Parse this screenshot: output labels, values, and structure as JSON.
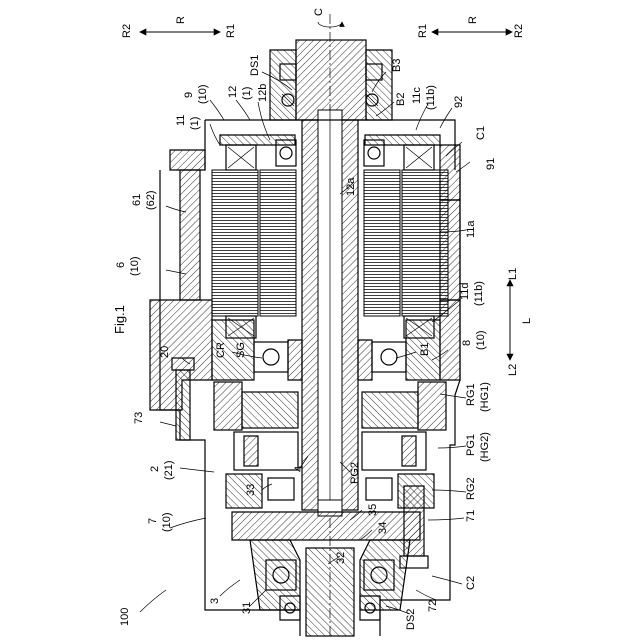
{
  "figure": {
    "title": "Fig.1",
    "assembly_ref": "100"
  },
  "directions": {
    "top_left": {
      "left": "R2",
      "center": "R",
      "right": "R1"
    },
    "top_right": {
      "left": "R1",
      "center": "R",
      "right": "R2"
    },
    "axis_label": "C",
    "axial": {
      "lower": "L2",
      "center": "L",
      "upper": "L1"
    }
  },
  "labels": [
    {
      "id": "DS1",
      "text": "DS1"
    },
    {
      "id": "B3",
      "text": "B3"
    },
    {
      "id": "B2",
      "text": "B2"
    },
    {
      "id": "11c",
      "text": "11c"
    },
    {
      "id": "11b-top",
      "text": "(11b)"
    },
    {
      "id": "92",
      "text": "92"
    },
    {
      "id": "C1",
      "text": "C1"
    },
    {
      "id": "91",
      "text": "91"
    },
    {
      "id": "9",
      "text": "9"
    },
    {
      "id": "10-a",
      "text": "(10)"
    },
    {
      "id": "12",
      "text": "12"
    },
    {
      "id": "1-a",
      "text": "(1)"
    },
    {
      "id": "12b",
      "text": "12b"
    },
    {
      "id": "11",
      "text": "11"
    },
    {
      "id": "1-b",
      "text": "(1)"
    },
    {
      "id": "12a",
      "text": "12a"
    },
    {
      "id": "11a",
      "text": "11a"
    },
    {
      "id": "61",
      "text": "61"
    },
    {
      "id": "62",
      "text": "(62)"
    },
    {
      "id": "6",
      "text": "6"
    },
    {
      "id": "10-b",
      "text": "(10)"
    },
    {
      "id": "11d",
      "text": "11d"
    },
    {
      "id": "11b-mid",
      "text": "(11b)"
    },
    {
      "id": "CR",
      "text": "CR"
    },
    {
      "id": "SG",
      "text": "SG"
    },
    {
      "id": "20",
      "text": "20"
    },
    {
      "id": "B1",
      "text": "B1"
    },
    {
      "id": "8",
      "text": "8"
    },
    {
      "id": "10-c",
      "text": "(10)"
    },
    {
      "id": "RG1",
      "text": "RG1"
    },
    {
      "id": "HG1",
      "text": "(HG1)"
    },
    {
      "id": "73",
      "text": "73"
    },
    {
      "id": "PG1",
      "text": "PG1"
    },
    {
      "id": "HG2",
      "text": "(HG2)"
    },
    {
      "id": "4",
      "text": "4"
    },
    {
      "id": "PG2",
      "text": "PG2"
    },
    {
      "id": "2",
      "text": "2"
    },
    {
      "id": "21",
      "text": "(21)"
    },
    {
      "id": "33",
      "text": "33"
    },
    {
      "id": "RG2",
      "text": "RG2"
    },
    {
      "id": "7",
      "text": "7"
    },
    {
      "id": "10-d",
      "text": "(10)"
    },
    {
      "id": "35",
      "text": "35"
    },
    {
      "id": "34",
      "text": "34"
    },
    {
      "id": "71",
      "text": "71"
    },
    {
      "id": "32",
      "text": "32"
    },
    {
      "id": "3",
      "text": "3"
    },
    {
      "id": "31",
      "text": "31"
    },
    {
      "id": "C2",
      "text": "C2"
    },
    {
      "id": "DS2",
      "text": "DS2"
    },
    {
      "id": "72",
      "text": "72"
    }
  ]
}
